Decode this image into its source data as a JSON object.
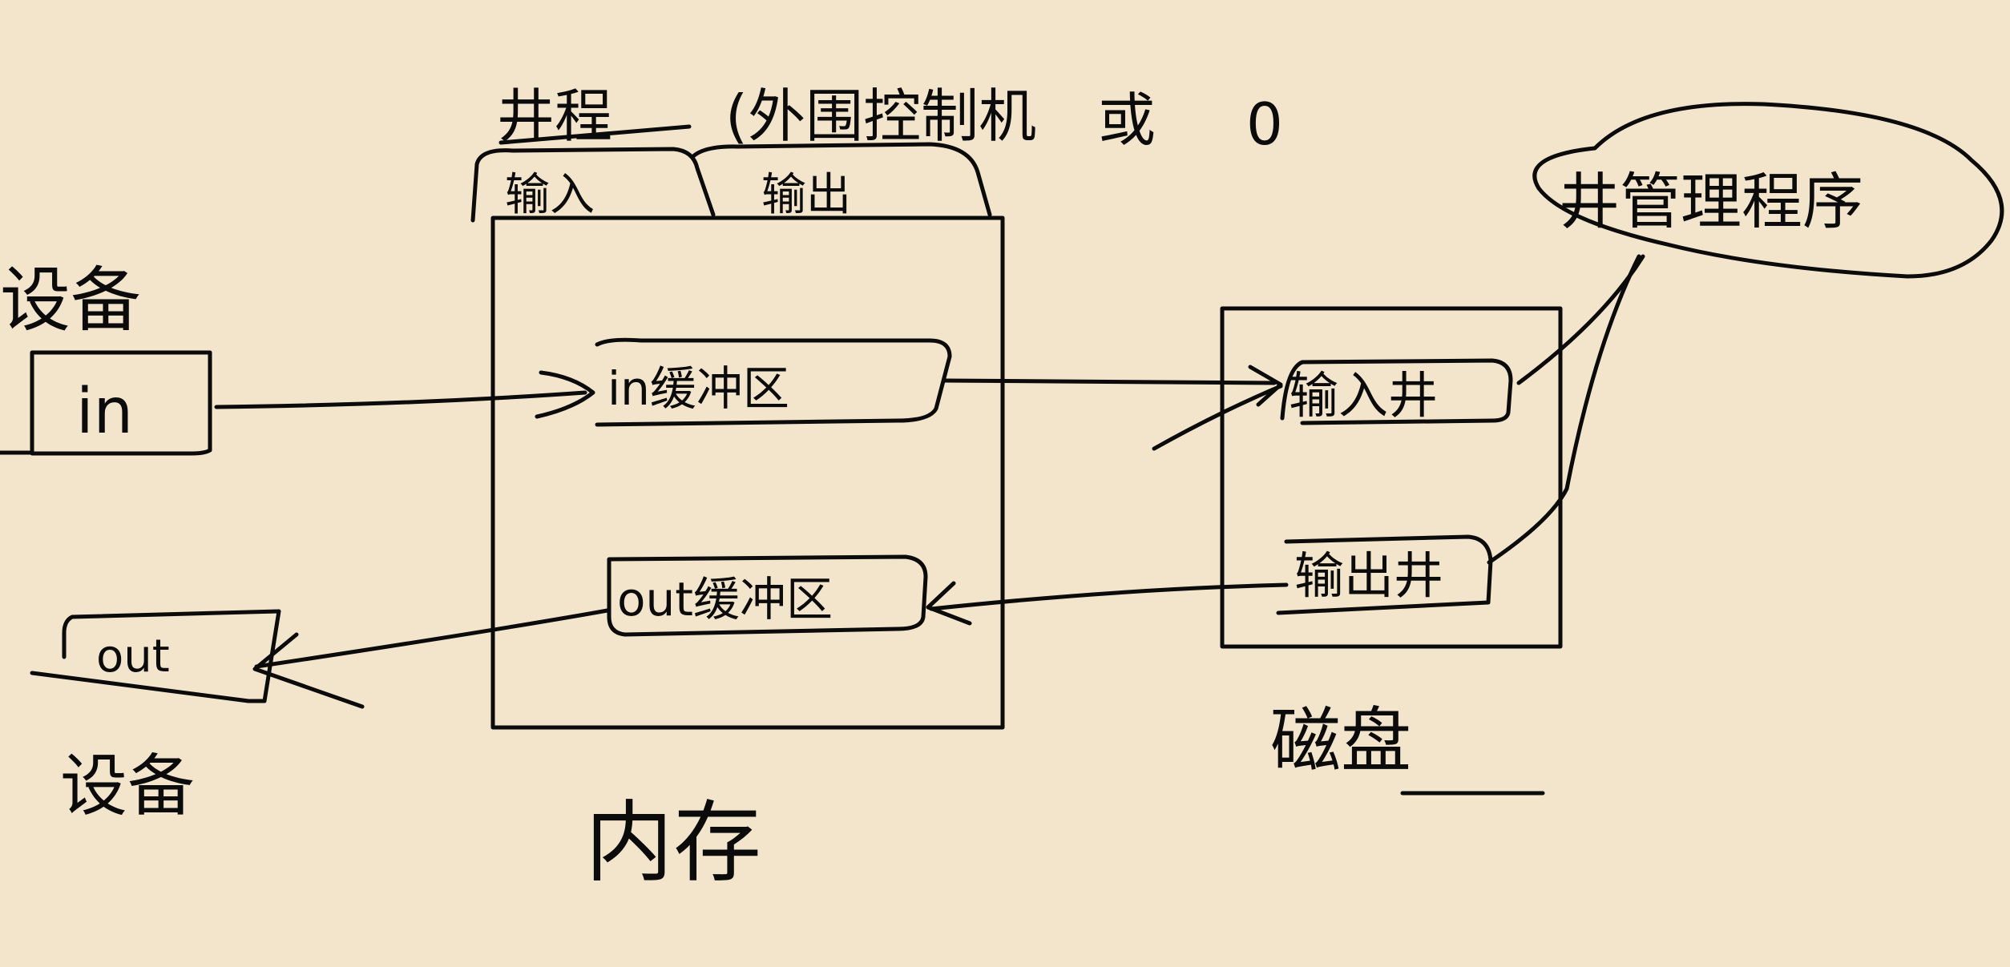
{
  "diagram": {
    "header": {
      "spooling": "井程",
      "peripheral_cpu": "(外围控制机",
      "or": "或",
      "zero": "0"
    },
    "tabs": {
      "input": "输入",
      "output": "输出"
    },
    "device_in": {
      "label": "设备",
      "box": "in"
    },
    "device_out": {
      "label": "设备",
      "box": "out"
    },
    "memory": {
      "label": "内存",
      "in_buffer": "in缓冲区",
      "out_buffer": "out缓冲区"
    },
    "disk": {
      "label": "磁盘",
      "input_well": "输入井",
      "output_well": "输出井"
    },
    "manager": "井管理程序"
  },
  "colors": {
    "background": "#f2e5cc",
    "ink": "#0b0b0b"
  }
}
